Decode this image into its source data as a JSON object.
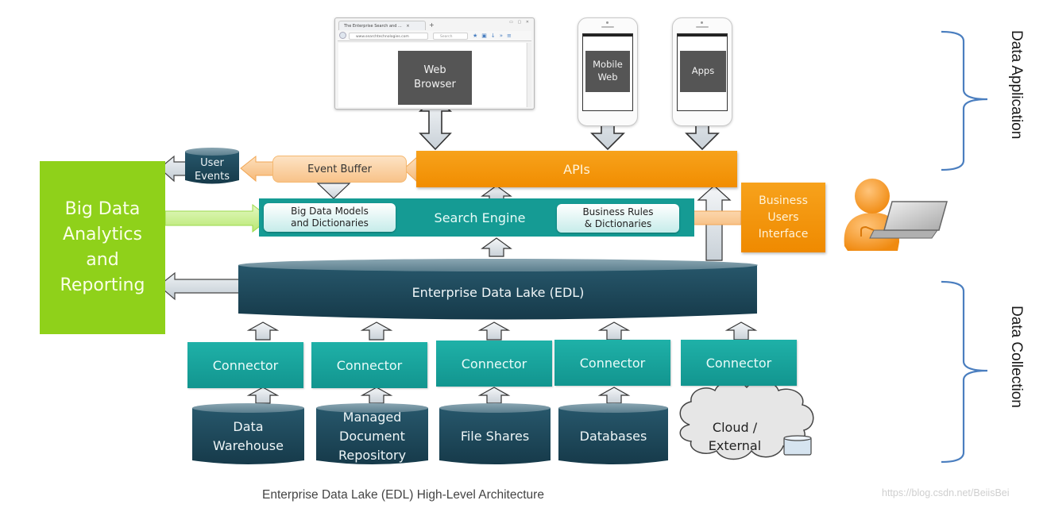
{
  "diagram": {
    "caption": "Enterprise Data Lake (EDL) High-Level Architecture",
    "watermark": "https://blog.csdn.net/BeiisBei",
    "colors": {
      "orange": "#f39200",
      "teal": "#159b94",
      "dark_navy": "#1d4a5c",
      "lime_green": "#8fd11a",
      "bracket_blue": "#4a7ebf",
      "arrow_gray": "#d5dce2"
    },
    "sections": [
      {
        "label": "Data Application"
      },
      {
        "label": "Data Collection"
      }
    ],
    "clients": {
      "web_browser": {
        "label_line1": "Web",
        "label_line2": "Browser",
        "tab_title": "The Enterprise Search and ...",
        "url": "www.searchtechnologies.com",
        "search_placeholder": "Search"
      },
      "mobile_web": {
        "label_line1": "Mobile",
        "label_line2": "Web"
      },
      "apps": {
        "label": "Apps"
      }
    },
    "apis": {
      "label": "APIs"
    },
    "event_buffer": {
      "label": "Event Buffer"
    },
    "user_events": {
      "label_line1": "User",
      "label_line2": "Events"
    },
    "search_engine": {
      "label": "Search Engine",
      "models": {
        "label_line1": "Big Data Models",
        "label_line2": "and Dictionaries"
      },
      "rules": {
        "label_line1": "Business Rules",
        "label_line2": "& Dictionaries"
      }
    },
    "business_ui": {
      "label_line1": "Business",
      "label_line2": "Users",
      "label_line3": "Interface"
    },
    "analytics": {
      "label_line1": "Big Data",
      "label_line2": "Analytics",
      "label_line3": "and",
      "label_line4": "Reporting"
    },
    "edl": {
      "label": "Enterprise Data Lake (EDL)"
    },
    "connectors": [
      {
        "label": "Connector"
      },
      {
        "label": "Connector"
      },
      {
        "label": "Connector"
      },
      {
        "label": "Connector"
      },
      {
        "label": "Connector"
      }
    ],
    "sources": [
      {
        "lines": [
          "Data",
          "Warehouse"
        ]
      },
      {
        "lines": [
          "Managed",
          "Document",
          "Repository"
        ]
      },
      {
        "lines": [
          "File Shares"
        ]
      },
      {
        "lines": [
          "Databases"
        ]
      },
      {
        "lines": [
          "Cloud /",
          "External"
        ]
      }
    ]
  }
}
